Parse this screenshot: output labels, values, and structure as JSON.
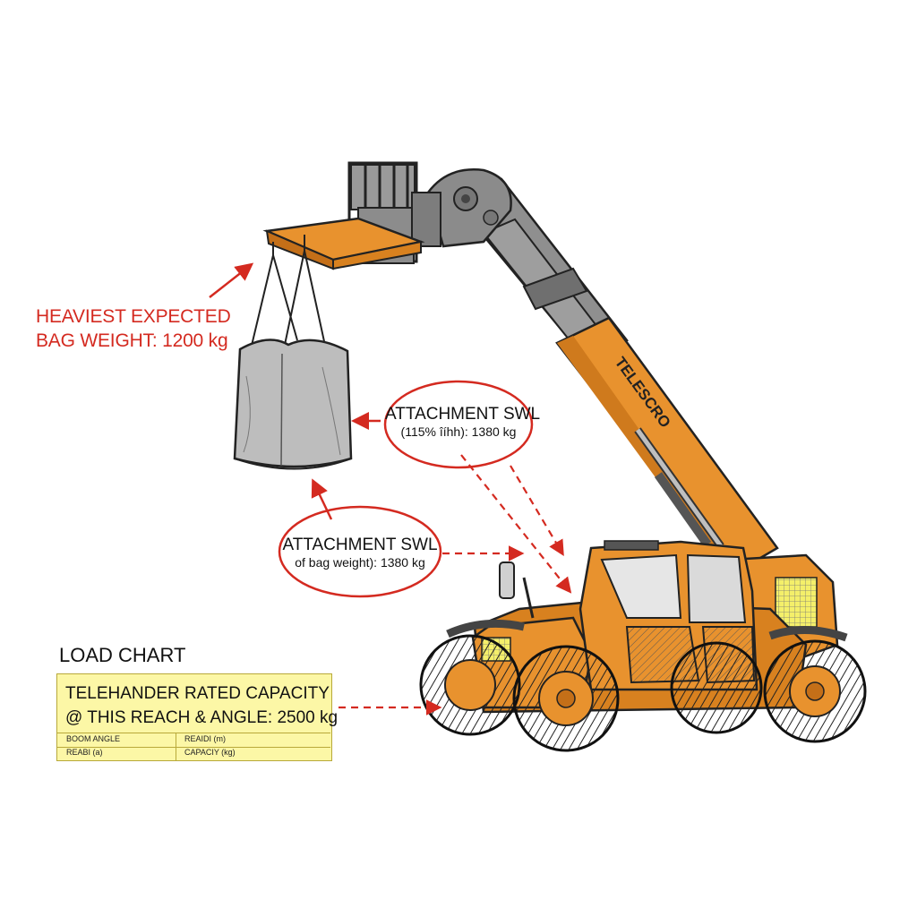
{
  "left_annotation": {
    "line1": "HEAVIEST EXPECTED",
    "line2": "BAG WEIGHT: 1200 kg"
  },
  "callout_top": {
    "title": "ATTACHMENT SWL",
    "subtitle": "(115% îíhh): 1380 kg"
  },
  "callout_mid": {
    "title": "ATTACHMENT SWL",
    "subtitle": "of bag weight): 1380 kg"
  },
  "load_chart": {
    "title": "LOAD CHART",
    "capacity_line1": "TELEHANDER RATED CAPACITY",
    "capacity_line2": "@ THIS REACH & ANGLE: 2500 kg",
    "rows": [
      [
        "BOOM ANGLE",
        "REAIDI (m)"
      ],
      [
        "REABI (a)",
        "CAPACIY (kg)"
      ]
    ]
  },
  "machine": {
    "boom_text": "TELESCRO"
  },
  "colors": {
    "annotation_red": "#d42a20",
    "machine_orange": "#e8922e",
    "boom_grey": "#8c8c8c",
    "chart_yellow": "#fcf7a6",
    "bag_grey": "#bdbdbd"
  }
}
